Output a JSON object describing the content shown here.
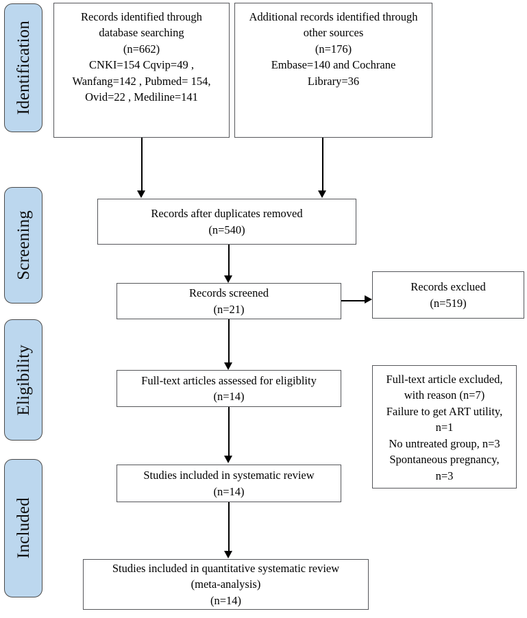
{
  "diagram": {
    "type": "prisma-flow-diagram",
    "stages": [
      {
        "id": "identification",
        "label": "Identification"
      },
      {
        "id": "screening",
        "label": "Screening"
      },
      {
        "id": "eligibility",
        "label": "Eligibility"
      },
      {
        "id": "included",
        "label": "Included"
      }
    ],
    "boxes": [
      {
        "id": "database-searching",
        "lines": [
          "Records identified through",
          "database searching",
          "(n=662)",
          "CNKI=154    Cqvip=49 ,",
          "Wanfang=142 , Pubmed= 154,",
          "Ovid=22 , Mediline=141"
        ]
      },
      {
        "id": "other-sources",
        "lines": [
          "Additional records identified through",
          "other sources",
          "(n=176)",
          "Embase=140 and Cochrane",
          "Library=36"
        ]
      },
      {
        "id": "duplicates-removed",
        "lines": [
          "Records after duplicates removed",
          "(n=540)"
        ]
      },
      {
        "id": "records-screened",
        "lines": [
          "Records screened",
          "(n=21)"
        ]
      },
      {
        "id": "records-excluded",
        "lines": [
          "Records exclued",
          "(n=519)"
        ]
      },
      {
        "id": "fulltext-assessed",
        "lines": [
          "Full-text articles  assessed  for eligiblity",
          "(n=14)"
        ]
      },
      {
        "id": "fulltext-excluded",
        "lines": [
          "Full-text article excluded,",
          "with reason (n=7)",
          "Failure to get ART utility,",
          "n=1",
          "No untreated group, n=3",
          "Spontaneous pregnancy,",
          "n=3"
        ]
      },
      {
        "id": "included-systematic-review",
        "lines": [
          "Studies included in systematic review",
          "(n=14)"
        ]
      },
      {
        "id": "included-meta-analysis",
        "lines": [
          "Studies included in quantitative systematic review",
          "(meta-analysis)",
          "(n=14)"
        ]
      }
    ],
    "counts": {
      "database_searching_total": 662,
      "cnki": 154,
      "cqvip": 49,
      "wanfang": 142,
      "pubmed": 154,
      "ovid": 22,
      "mediline": 141,
      "other_sources_total": 176,
      "embase": 140,
      "cochrane_library": 36,
      "after_duplicates_removed": 540,
      "records_screened": 21,
      "records_excluded": 519,
      "fulltext_assessed": 14,
      "fulltext_excluded": 7,
      "reason_failure_art_utility": 1,
      "reason_no_untreated_group": 3,
      "reason_spontaneous_pregnancy": 3,
      "included_systematic_review": 14,
      "included_meta_analysis": 14
    },
    "colors": {
      "stage_pill_fill": "#bcd7ee",
      "stage_pill_border": "#4a4a4a",
      "box_border": "#55565a",
      "connector": "#000000",
      "background": "#ffffff",
      "text": "#000000"
    }
  }
}
